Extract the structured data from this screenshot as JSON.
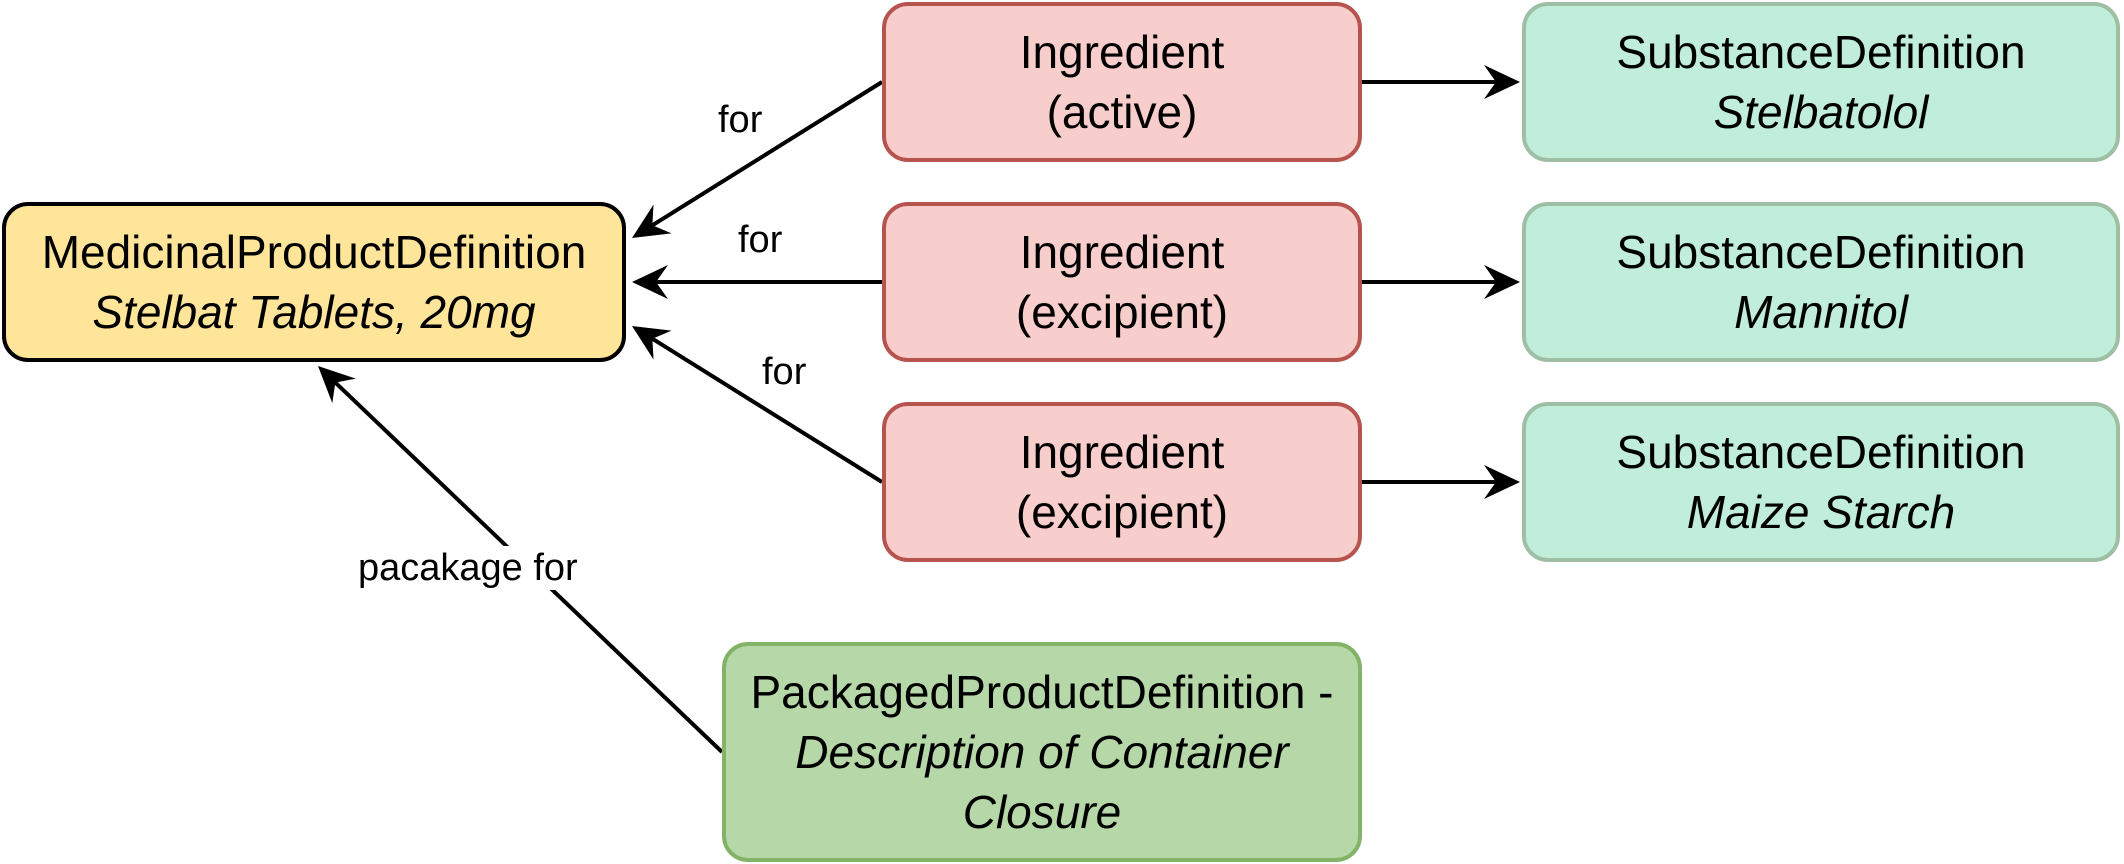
{
  "diagram": {
    "nodes": {
      "product": {
        "title": "MedicinalProductDefinition",
        "subtitle": "Stelbat Tablets, 20mg",
        "fill": "#ffe599",
        "stroke": "#000000"
      },
      "ingredients": [
        {
          "title": "Ingredient",
          "role": "(active)",
          "fill": "#f8cecc",
          "stroke": "#b85450"
        },
        {
          "title": "Ingredient",
          "role": "(excipient)",
          "fill": "#f8cecc",
          "stroke": "#b85450"
        },
        {
          "title": "Ingredient",
          "role": "(excipient)",
          "fill": "#f8cecc",
          "stroke": "#b85450"
        }
      ],
      "substances": [
        {
          "title": "SubstanceDefinition",
          "subtitle": "Stelbatolol",
          "fill": "#c0eedb",
          "stroke": "#9ebfa4"
        },
        {
          "title": "SubstanceDefinition",
          "subtitle": "Mannitol",
          "fill": "#c0eedb",
          "stroke": "#9ebfa4"
        },
        {
          "title": "SubstanceDefinition",
          "subtitle": "Maize Starch",
          "fill": "#c0eedb",
          "stroke": "#9ebfa4"
        }
      ],
      "packaged": {
        "title": "PackagedProductDefinition -",
        "subtitle": "Description of Container Closure",
        "fill": "#b6d7a8",
        "stroke": "#82b366"
      }
    },
    "edges": [
      {
        "from": "ingredient-active",
        "to": "medicinal-product",
        "label": "for"
      },
      {
        "from": "ingredient-excipient-1",
        "to": "medicinal-product",
        "label": "for"
      },
      {
        "from": "ingredient-excipient-2",
        "to": "medicinal-product",
        "label": "for"
      },
      {
        "from": "packaged-product",
        "to": "medicinal-product",
        "label": "pacakage for"
      },
      {
        "from": "ingredient-active",
        "to": "substance-stelbatolol",
        "label": ""
      },
      {
        "from": "ingredient-excipient-1",
        "to": "substance-mannitol",
        "label": ""
      },
      {
        "from": "ingredient-excipient-2",
        "to": "substance-maize-starch",
        "label": ""
      }
    ]
  }
}
